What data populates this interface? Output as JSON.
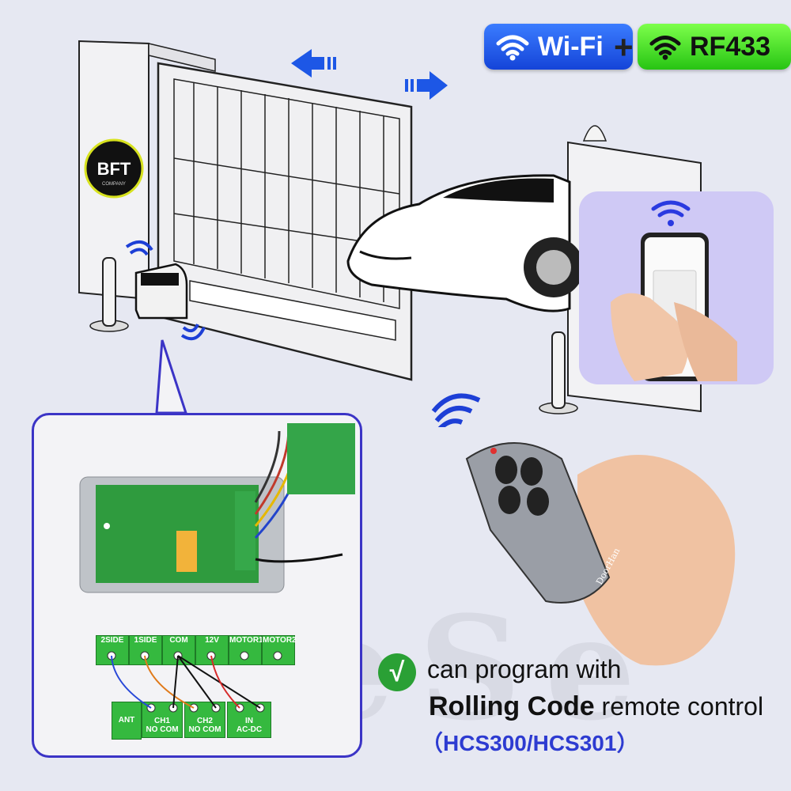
{
  "badges": {
    "wifi_label": "Wi-Fi",
    "plus": "+",
    "rf_label": "RF433"
  },
  "gate_logo": {
    "brand": "BFT",
    "sub": "COMPANY"
  },
  "remote": {
    "brand": "DoorHan"
  },
  "terminals": {
    "top": [
      "2SIDE",
      "1SIDE",
      "COM",
      "12V",
      "MOTOR1",
      "MOTOR2"
    ],
    "bottom": [
      {
        "label": "ANT",
        "sub": ""
      },
      {
        "label": "CH1",
        "sub": "NO  COM"
      },
      {
        "label": "CH2",
        "sub": "NO  COM"
      },
      {
        "label": "IN",
        "sub": "AC-DC"
      }
    ]
  },
  "text": {
    "check": "√",
    "line1": "can program with",
    "line2_bold": "Rolling Code",
    "line2_rest": " remote control",
    "line3": "（HCS300/HCS301）"
  },
  "watermark": "DieSe",
  "colors": {
    "wifi_blue": "#1f56e8",
    "rf_green": "#3ad61f",
    "panel_border": "#3b34c6",
    "accent_blue": "#2d3bd1",
    "check_green": "#2aa035"
  }
}
